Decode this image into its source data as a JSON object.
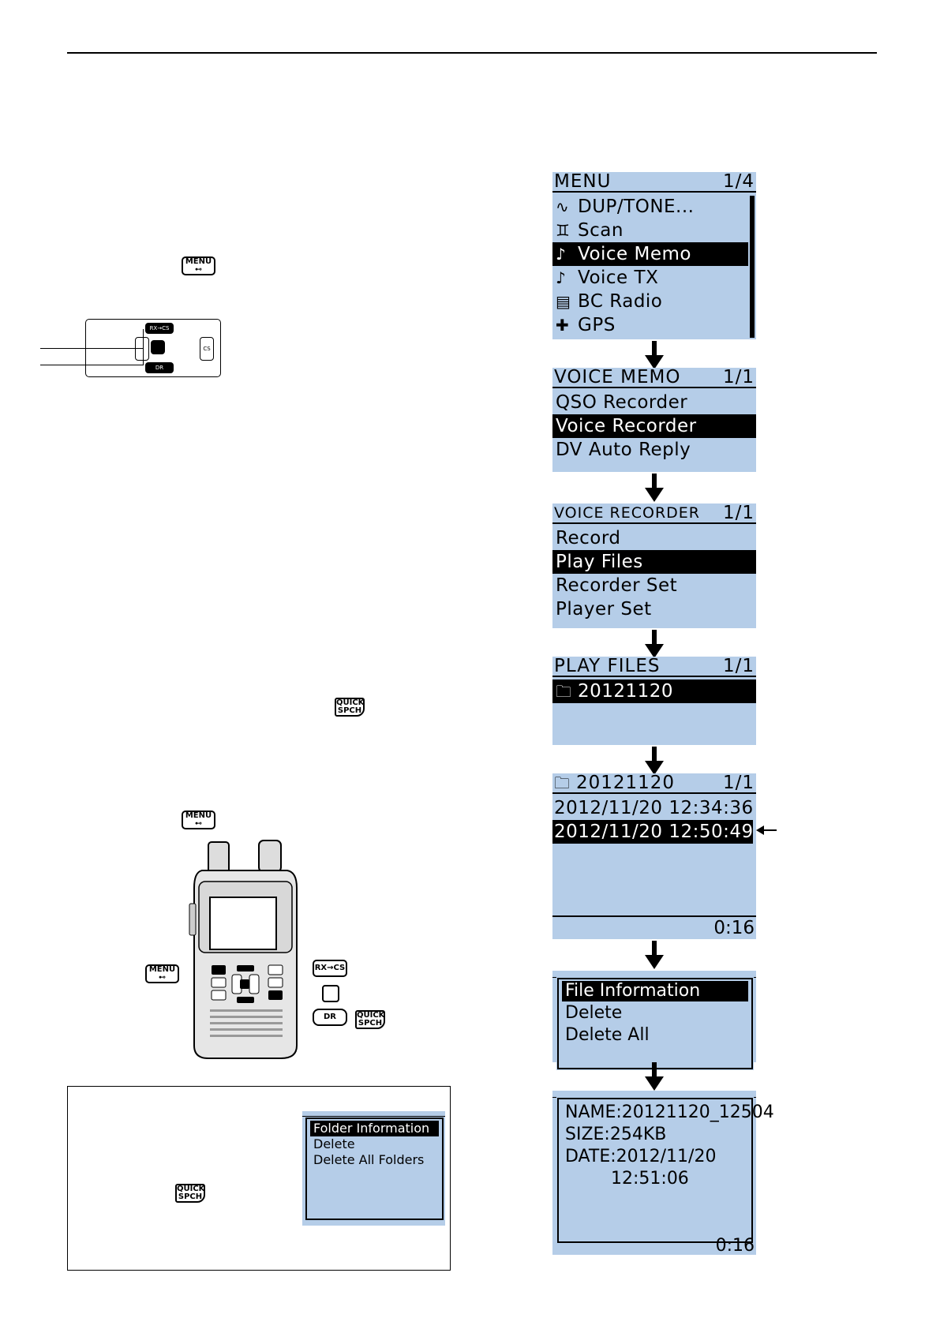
{
  "keys": {
    "menu": "MENU",
    "menu_sub": "⊷",
    "quick_line1": "QUICK",
    "quick_line2": "SPCH",
    "rxcs": "RX→CS",
    "dr": "DR",
    "cs": "CS"
  },
  "screens": {
    "menu": {
      "title": "MENU",
      "page": "1/4",
      "items": [
        "DUP/TONE...",
        "Scan",
        "Voice Memo",
        "Voice TX",
        "BC Radio",
        "GPS"
      ],
      "icons": [
        "∿",
        "♊",
        "♪",
        "♪",
        "▤",
        "✚"
      ]
    },
    "voice_memo": {
      "title": "VOICE MEMO",
      "page": "1/1",
      "items": [
        "QSO Recorder",
        "Voice Recorder",
        "DV Auto Reply"
      ]
    },
    "voice_recorder": {
      "title": "VOICE RECORDER",
      "page": "1/1",
      "items": [
        "Record",
        "Play Files",
        "Recorder Set",
        "Player Set"
      ]
    },
    "play_files": {
      "title": "PLAY FILES",
      "page": "1/1",
      "items": [
        "20121120"
      ]
    },
    "folder": {
      "title": "20121120",
      "page": "1/1",
      "items": [
        "2012/11/20 12:34:36",
        "2012/11/20 12:50:49"
      ],
      "time": "0:16"
    },
    "file_menu": {
      "items": [
        "File Information",
        "Delete",
        "Delete All"
      ]
    },
    "file_info": {
      "lines": [
        "NAME:20121120_12504",
        "SIZE:254KB",
        "DATE:2012/11/20",
        "12:51:06"
      ],
      "time": "0:16"
    },
    "folder_menu": {
      "items": [
        "Folder Information",
        "Delete",
        "Delete All Folders"
      ]
    }
  }
}
